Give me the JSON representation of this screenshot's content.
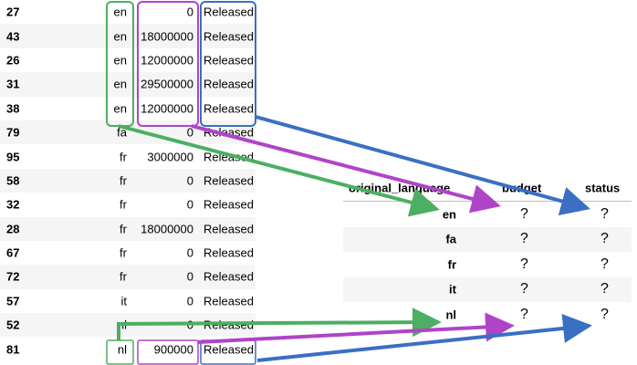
{
  "left_rows": [
    {
      "idx": "27",
      "lang": "en",
      "budget": "0",
      "status": "Released"
    },
    {
      "idx": "43",
      "lang": "en",
      "budget": "18000000",
      "status": "Released"
    },
    {
      "idx": "26",
      "lang": "en",
      "budget": "12000000",
      "status": "Released"
    },
    {
      "idx": "31",
      "lang": "en",
      "budget": "29500000",
      "status": "Released"
    },
    {
      "idx": "38",
      "lang": "en",
      "budget": "12000000",
      "status": "Released"
    },
    {
      "idx": "79",
      "lang": "fa",
      "budget": "0",
      "status": "Released"
    },
    {
      "idx": "95",
      "lang": "fr",
      "budget": "3000000",
      "status": "Released"
    },
    {
      "idx": "58",
      "lang": "fr",
      "budget": "0",
      "status": "Released"
    },
    {
      "idx": "32",
      "lang": "fr",
      "budget": "0",
      "status": "Released"
    },
    {
      "idx": "28",
      "lang": "fr",
      "budget": "18000000",
      "status": "Released"
    },
    {
      "idx": "67",
      "lang": "fr",
      "budget": "0",
      "status": "Released"
    },
    {
      "idx": "72",
      "lang": "fr",
      "budget": "0",
      "status": "Released"
    },
    {
      "idx": "57",
      "lang": "it",
      "budget": "0",
      "status": "Released"
    },
    {
      "idx": "52",
      "lang": "nl",
      "budget": "0",
      "status": "Released"
    },
    {
      "idx": "81",
      "lang": "nl",
      "budget": "900000",
      "status": "Released"
    }
  ],
  "result_table": {
    "headers": {
      "lang": "original_language",
      "budget": "budget",
      "status": "status"
    },
    "rows": [
      {
        "lang": "en",
        "budget": "?",
        "status": "?"
      },
      {
        "lang": "fa",
        "budget": "?",
        "status": "?"
      },
      {
        "lang": "fr",
        "budget": "?",
        "status": "?"
      },
      {
        "lang": "it",
        "budget": "?",
        "status": "?"
      },
      {
        "lang": "nl",
        "budget": "?",
        "status": "?"
      }
    ]
  },
  "colors": {
    "language": "#4caf63",
    "budget": "#b044c8",
    "status": "#3a6fc4",
    "row_stripe": "#f5f5f5"
  }
}
